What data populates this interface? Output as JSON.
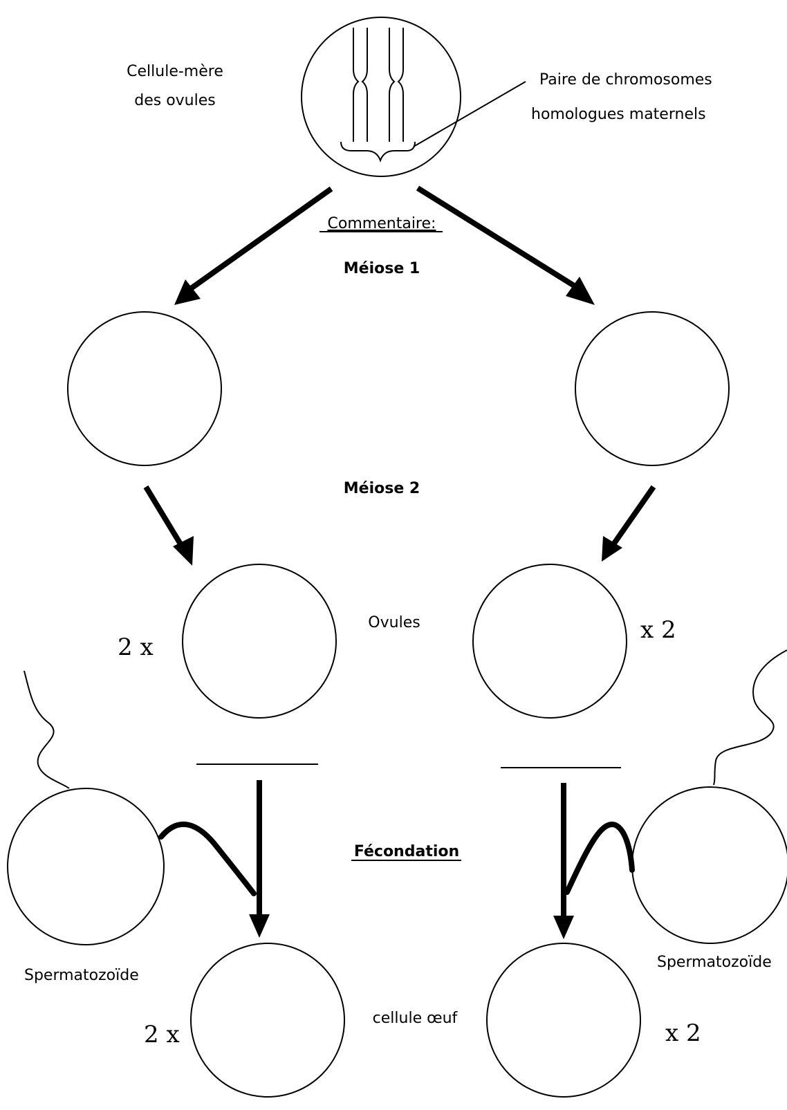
{
  "labels": {
    "mother_cell": [
      "Cellule-mère",
      "des ovules"
    ],
    "chromosomes": [
      "Paire de  chromosomes",
      "homologues maternels"
    ],
    "commentaire": "Commentaire:",
    "meiose1": "Méiose 1",
    "meiose2": "Méiose 2",
    "ovules": "Ovules",
    "fecondation": "Fécondation",
    "spermatozoide_left": "Spermatozoïde",
    "spermatozoide_right": "Spermatozoïde",
    "cellule_oeuf": "cellule œuf",
    "mult_ovule_left": "2 x",
    "mult_ovule_right": "x 2",
    "mult_egg_left": "2 x",
    "mult_egg_right": "x 2"
  }
}
